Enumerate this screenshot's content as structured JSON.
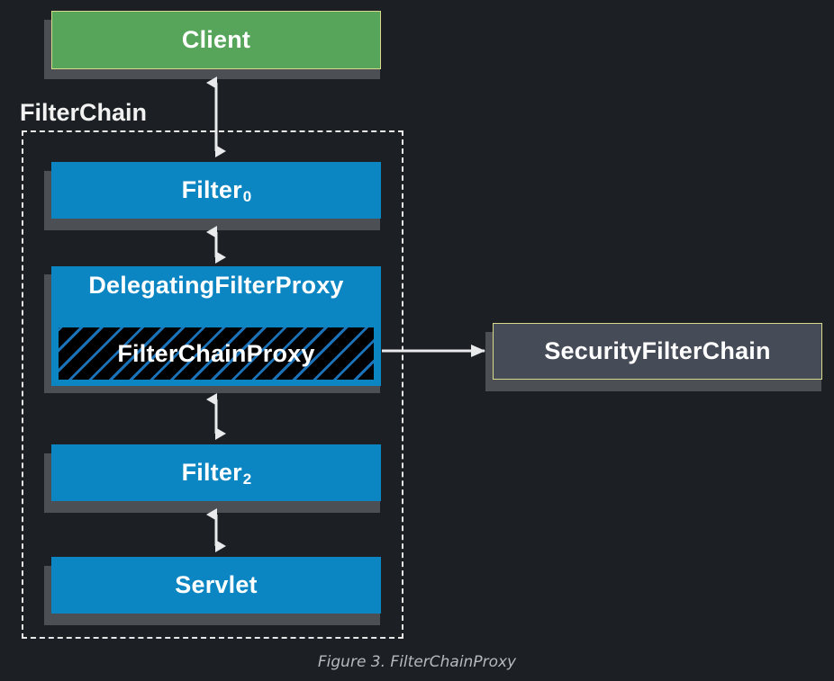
{
  "figure": {
    "caption": "Figure 3. FilterChainProxy",
    "background_color": "#1c1f24"
  },
  "group": {
    "label": "FilterChain",
    "border_style": "dashed",
    "border_color": "#e8e8e8"
  },
  "nodes": {
    "client": {
      "label": "Client",
      "fill": "#57a55b",
      "border": "#d8d98a",
      "text_color": "#ffffff"
    },
    "filter0": {
      "label": "Filter",
      "subscript": "0",
      "fill": "#0b86c3",
      "text_color": "#ffffff"
    },
    "delegating_filter_proxy": {
      "label": "DelegatingFilterProxy",
      "fill": "#0b86c3",
      "text_color": "#ffffff"
    },
    "filter_chain_proxy": {
      "label": "FilterChainProxy",
      "fill": "#000000",
      "hatch_color": "#1a72b8",
      "text_color": "#ffffff"
    },
    "filter2": {
      "label": "Filter",
      "subscript": "2",
      "fill": "#0b86c3",
      "text_color": "#ffffff"
    },
    "servlet": {
      "label": "Servlet",
      "fill": "#0b86c3",
      "text_color": "#ffffff"
    },
    "security_filter_chain": {
      "label": "SecurityFilterChain",
      "fill": "#464b58",
      "border": "#d8d98a",
      "text_color": "#ffffff"
    }
  },
  "connections": [
    {
      "name": "client-to-filter0",
      "from": "client",
      "to": "filter0",
      "style": "double-arrow"
    },
    {
      "name": "filter0-to-delegating-filter-proxy",
      "from": "filter0",
      "to": "delegating_filter_proxy",
      "style": "double-arrow"
    },
    {
      "name": "delegating-filter-proxy-to-filter2",
      "from": "delegating_filter_proxy",
      "to": "filter2",
      "style": "double-arrow"
    },
    {
      "name": "filter2-to-servlet",
      "from": "filter2",
      "to": "servlet",
      "style": "double-arrow"
    },
    {
      "name": "filter-chain-proxy-to-security-filter-chain",
      "from": "filter_chain_proxy",
      "to": "security_filter_chain",
      "style": "single-arrow"
    }
  ]
}
